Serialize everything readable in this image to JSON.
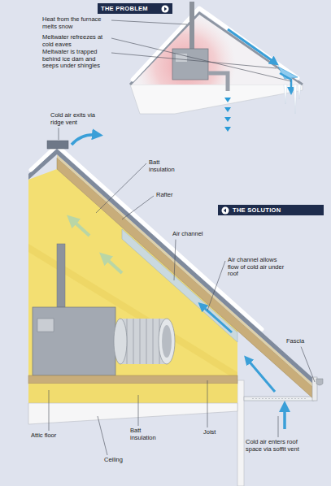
{
  "diagram": {
    "nodes": [
      {
        "text": [
          "THE PROBLEM"
        ]
      },
      {
        "text": [
          "THE SOLUTION"
        ]
      }
    ],
    "labels": [
      "Heat from the furnace melts snow",
      "Meltwater refreezes at cold eaves",
      "Meltwater is trapped behind ice dam and seeps under shingles",
      "Cold air exits via ridge vent",
      "Batt insulation",
      "Rafter",
      "Air channel",
      "Air channel allows flow of cold air under roof",
      "Fascia",
      "Attic floor",
      "Batt insulation",
      "Joist",
      "Ceiling",
      "Cold air enters roof space via soffit vent"
    ]
  }
}
